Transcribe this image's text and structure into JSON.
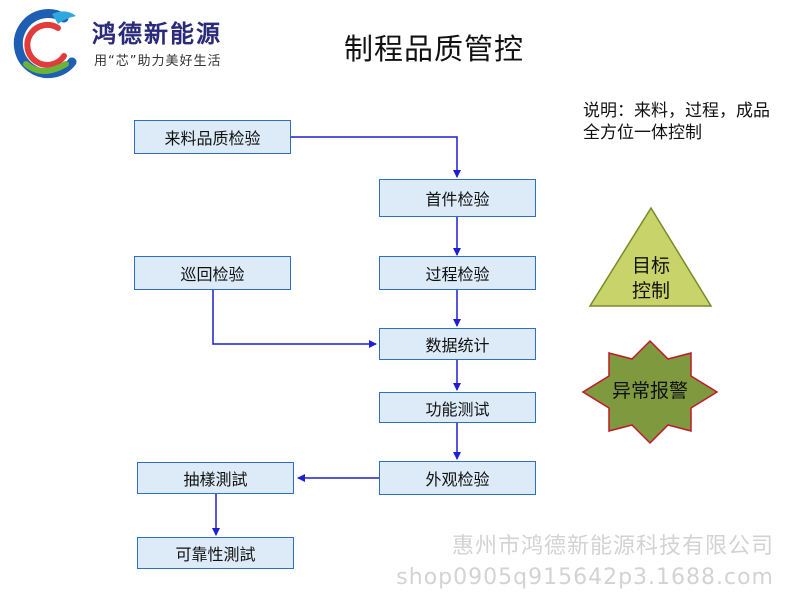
{
  "header": {
    "brand_name": "鸿德新能源",
    "slogan": "用“芯”助力美好生活",
    "title": "制程品质管控"
  },
  "note": {
    "line1": "说明：来料，过程，成品",
    "line2": "全方位一体控制"
  },
  "flow": {
    "incoming_inspection": "来料品质检验",
    "first_article_inspection": "首件检验",
    "patrol_inspection": "巡回检验",
    "process_inspection": "过程检验",
    "data_statistics": "数据统计",
    "function_test": "功能测试",
    "appearance_inspection": "外观检验",
    "sampling_test": "抽樣測試",
    "reliability_test": "可靠性測試"
  },
  "shapes": {
    "target_line1": "目标",
    "target_line2": "控制",
    "alarm": "异常报警"
  },
  "watermark": {
    "company": "惠州市鸿德新能源科技有限公司",
    "shop": "shop0905q915642p3.1688.com"
  },
  "colors": {
    "box_fill": "#dcebf7",
    "box_border": "#2b6fc6",
    "arrow": "#1f1fd0",
    "triangle_fill": "#c8d46a",
    "star_fill": "#7f9a3e",
    "star_border": "#c0182b",
    "logo_blue": "#1e5fb4",
    "logo_red": "#e23b3b",
    "logo_green": "#6ab43a"
  }
}
